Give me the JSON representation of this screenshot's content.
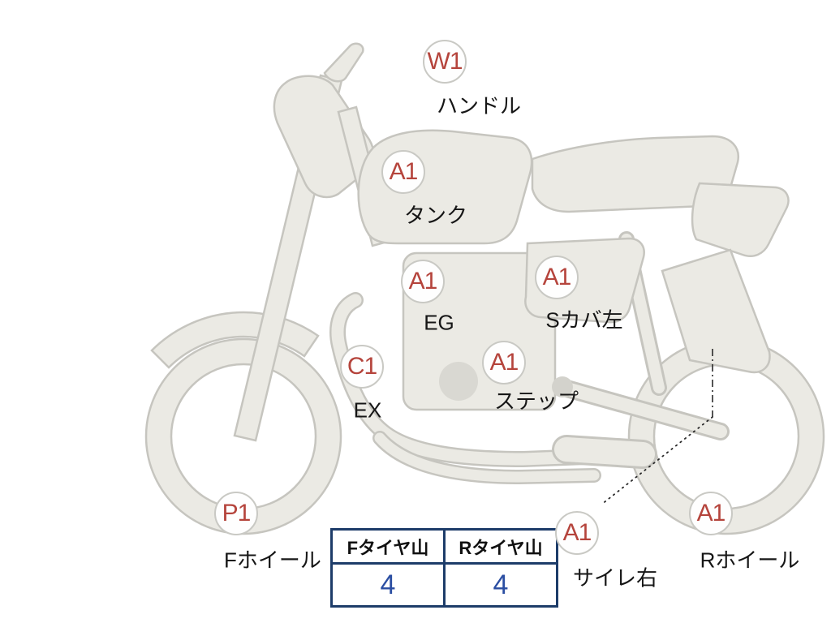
{
  "diagram": {
    "type": "motorcycle-damage-map",
    "markers": [
      {
        "id": "handlebar",
        "code": "W1",
        "label": "ハンドル"
      },
      {
        "id": "tank",
        "code": "A1",
        "label": "タンク"
      },
      {
        "id": "engine",
        "code": "A1",
        "label": "EG"
      },
      {
        "id": "side-cover-left",
        "code": "A1",
        "label": "Sカバ左"
      },
      {
        "id": "exhaust",
        "code": "C1",
        "label": "EX"
      },
      {
        "id": "step",
        "code": "A1",
        "label": "ステップ"
      },
      {
        "id": "front-wheel",
        "code": "P1",
        "label": "Fホイール"
      },
      {
        "id": "silencer-right",
        "code": "A1",
        "label": "サイレ右"
      },
      {
        "id": "rear-wheel",
        "code": "A1",
        "label": "Rホイール"
      }
    ]
  },
  "tire_table": {
    "columns": [
      {
        "header": "Fタイヤ山",
        "value": "4"
      },
      {
        "header": "Rタイヤ山",
        "value": "4"
      }
    ]
  },
  "colors": {
    "marker_code": "#b5443c",
    "label_text": "#161616",
    "table_border": "#1d3c69",
    "table_value": "#2b4ea2",
    "body_fill": "#ebeae4",
    "body_outline": "#c6c5bf"
  }
}
